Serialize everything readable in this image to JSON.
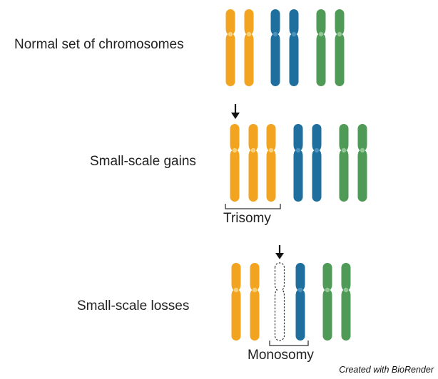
{
  "rows": {
    "normal": {
      "label": "Normal set of chromosomes",
      "chromosomes": [
        "orange",
        "orange",
        "blue",
        "blue",
        "green",
        "green"
      ]
    },
    "gains": {
      "label": "Small-scale gains",
      "chromosomes": [
        "orange",
        "orange",
        "orange",
        "blue",
        "blue",
        "green",
        "green"
      ],
      "bracket_label": "Trisomy"
    },
    "losses": {
      "label": "Small-scale losses",
      "chromosomes": [
        "orange",
        "orange",
        "missing",
        "blue",
        "green",
        "green"
      ],
      "bracket_label": "Monosomy"
    }
  },
  "colors": {
    "orange": "#F2A31F",
    "blue": "#1E6E9E",
    "green": "#4F9A57",
    "centromere_orange": "#F7D27A",
    "centromere_blue": "#4A93BF",
    "centromere_green": "#8FC795",
    "arrow": "#111111",
    "bracket": "#333333"
  },
  "credit": "Created with BioRender"
}
